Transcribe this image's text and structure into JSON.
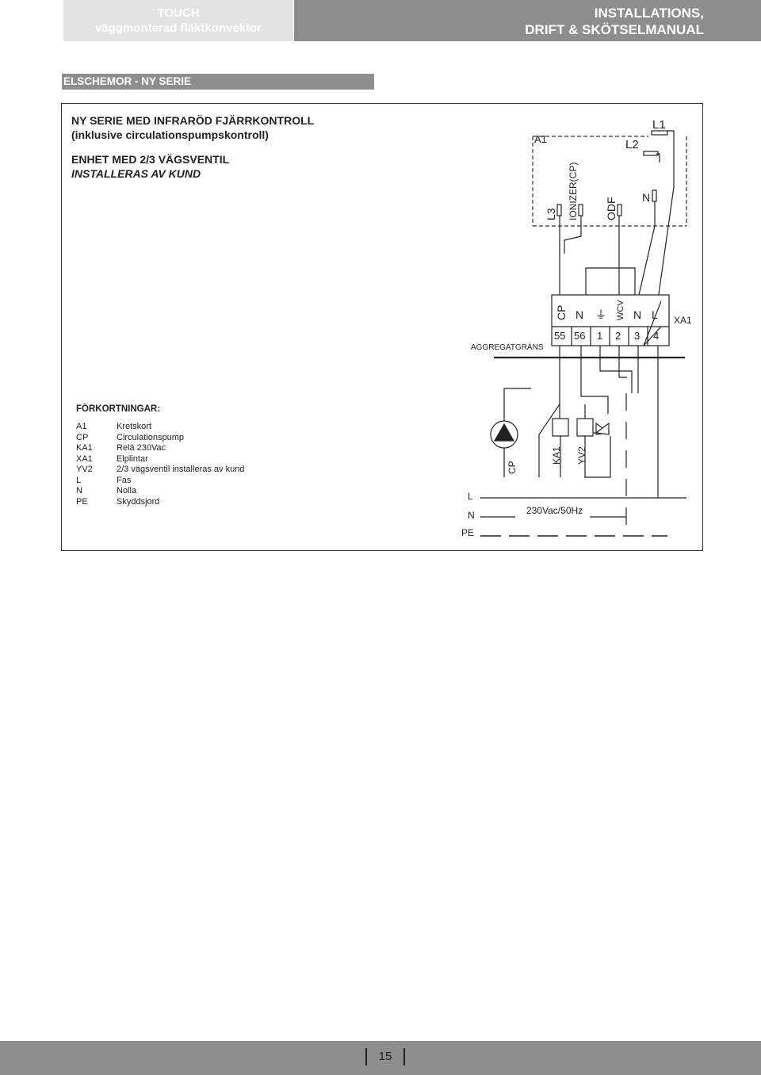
{
  "header": {
    "left_line1": "TOUCH",
    "left_line2": "väggmonterad fläktkonvektor",
    "right_line1": "INSTALLATIONS,",
    "right_line2": "DRIFT & SKÖTSELMANUAL"
  },
  "section_title": "ELSCHEMOR - NY SERIE",
  "title": {
    "line1": "NY SERIE MED INFRARÖD FJÄRRKONTROLL",
    "line2": "(inklusive circulationspumpskontroll)",
    "line3": "ENHET MED 2/3 VÄGSVENTIL",
    "line4": "INSTALLERAS AV KUND"
  },
  "diagram": {
    "board_labels": {
      "a1": "A1",
      "l1": "L1",
      "l2": "L2",
      "l3": "L3",
      "ionizer": "IONIZER(CP)",
      "odf": "ODF",
      "n": "N"
    },
    "terminal_top_labels": [
      "CP",
      "N",
      "⏚",
      "WCV",
      "N",
      "L"
    ],
    "terminal_numbers": [
      "55",
      "56",
      "1",
      "2",
      "3",
      "4"
    ],
    "terminal_strip": "XA1",
    "boundary_label": "AGGREGATGRÄNS",
    "component_labels": {
      "cp": "CP",
      "ka1": "KA1",
      "yv2": "YV2"
    },
    "line_labels": {
      "l": "L",
      "n": "N",
      "pe": "PE"
    },
    "supply": "230Vac/50Hz"
  },
  "abbreviations": {
    "title": "FÖRKORTNINGAR:",
    "items": [
      {
        "code": "A1",
        "desc": "Kretskort"
      },
      {
        "code": "CP",
        "desc": "Circulationspump"
      },
      {
        "code": "KA1",
        "desc": "Relä 230Vac"
      },
      {
        "code": "XA1",
        "desc": "Elplintar"
      },
      {
        "code": "YV2",
        "desc": "2/3 vägsventil installeras av kund"
      },
      {
        "code": "L",
        "desc": "Fas"
      },
      {
        "code": "N",
        "desc": "Nolla"
      },
      {
        "code": "PE",
        "desc": "Skyddsjord"
      }
    ]
  },
  "footer": {
    "page_number": "15"
  }
}
